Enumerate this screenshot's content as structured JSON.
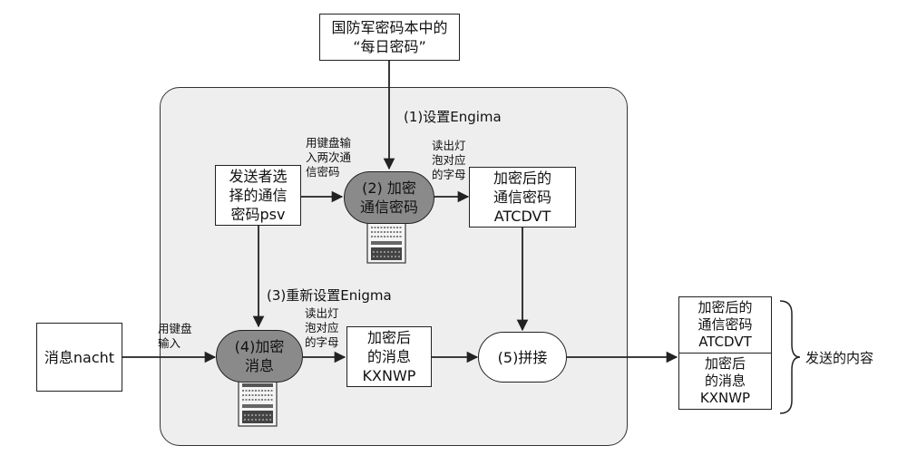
{
  "nodes": {
    "daily_key": "国防军密码本中的\n“每日密码”",
    "sender_choice": "发送者选\n择的通信\n密码psv",
    "encrypt_comm": "(2) 加密\n通信密码",
    "encrypted_comm": "加密后的\n通信密码\nATCDVT",
    "message": "消息nacht",
    "encrypt_msg": "(4)加密\n消息",
    "encrypted_msg": "加密后\n的消息\nKXNWP",
    "concat": "(5)拼接",
    "output_top": "加密后的\n通信密码\nATCDVT",
    "output_bottom": "加密后\n的消息\nKXNWP"
  },
  "labels": {
    "setup": "(1)设置Engima",
    "keyboard_twice": "用键盘输\n入两次通\n信密码",
    "read_bulbs_1": "读出灯\n泡对应\n的字母",
    "reset": "(3)重新设置Enigma",
    "keyboard_input": "用键盘\n输入",
    "read_bulbs_2": "读出灯\n泡对应\n的字母",
    "sent_content": "发送的内容"
  },
  "icons": {
    "machine_1": "enigma-machine-icon",
    "machine_2": "enigma-machine-icon"
  },
  "colors": {
    "panel": "#eeeeee",
    "encrypt_node": "#8a8a8a"
  }
}
